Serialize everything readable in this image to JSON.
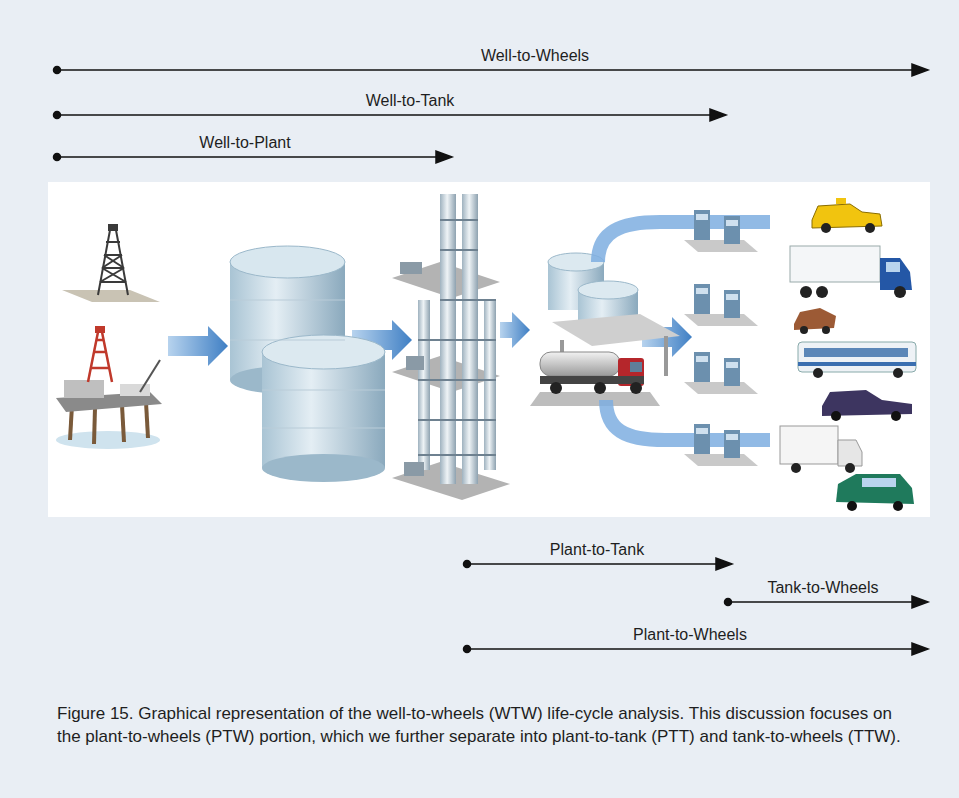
{
  "diagram": {
    "caption": "Figure 15. Graphical representation of the well-to-wheels (WTW) life-cycle analysis. This discussion focuses on the plant-to-wheels (PTW) portion, which we further separate into plant-to-tank (PTT) and tank-to-wheels (TTW).",
    "labels": [
      "Well-to-Wheels",
      "Well-to-Tank",
      "Well-to-Plant",
      "Plant-to-Tank",
      "Tank-to-Wheels",
      "Plant-to-Wheels"
    ]
  }
}
